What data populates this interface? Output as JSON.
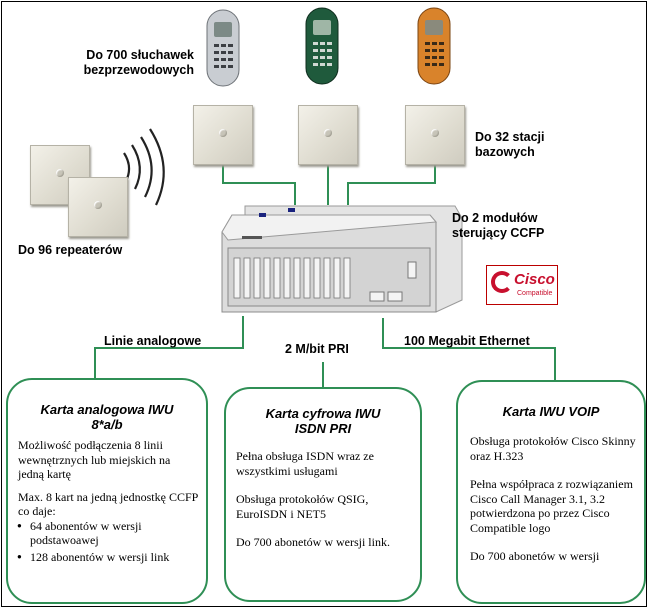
{
  "labels": {
    "handsets": [
      "Do 700 słuchawek",
      "bezprzewodowych"
    ],
    "base_stations": [
      "Do 32 stacji",
      "bazowych"
    ],
    "repeaters": "Do 96 repeaterów",
    "controllers": [
      "Do 2 modułów",
      "sterujący CCFP"
    ],
    "analog_lines": "Linie analogowe",
    "pri": "2 M/bit PRI",
    "ethernet": "100 Megabit Ethernet"
  },
  "logo": {
    "name": "Cisco",
    "sub": "Compatible"
  },
  "cards": {
    "analog": {
      "title": [
        "Karta analogowa IWU",
        "8*a/b"
      ],
      "p1": "Możliwość podłączenia 8 linii wewnętrznych lub miejskich na jedną kartę",
      "p2": "Max. 8 kart na jedną jednostkę CCFP co daje:",
      "bullets": [
        "64 abonentów w wersji podstawoawej",
        "128 abonentów w wersji link"
      ]
    },
    "digital": {
      "title": [
        "Karta cyfrowa IWU",
        "ISDN PRI"
      ],
      "p1": "Pełna obsługa ISDN wraz ze wszystkimi usługami",
      "p2": "Obsługa protokołów QSIG, EuroISDN i NET5",
      "p3": "Do 700 abonetów w wersji link."
    },
    "voip": {
      "title": "Karta IWU VOIP",
      "p1": "Obsługa protokołów Cisco Skinny oraz H.323",
      "p2": "Pełna współpraca z rozwiązaniem Cisco Call Manager 3.1, 3.2 potwierdzona po przez Cisco Compatible logo",
      "p3": "Do 700 abonetów w wersji"
    }
  },
  "colors": {
    "line_green": "#2f8f55",
    "phone_silver": "#c9cdd2",
    "phone_green": "#1f5a3c",
    "phone_orange": "#d9832b",
    "cisco_red": "#c8102e"
  }
}
